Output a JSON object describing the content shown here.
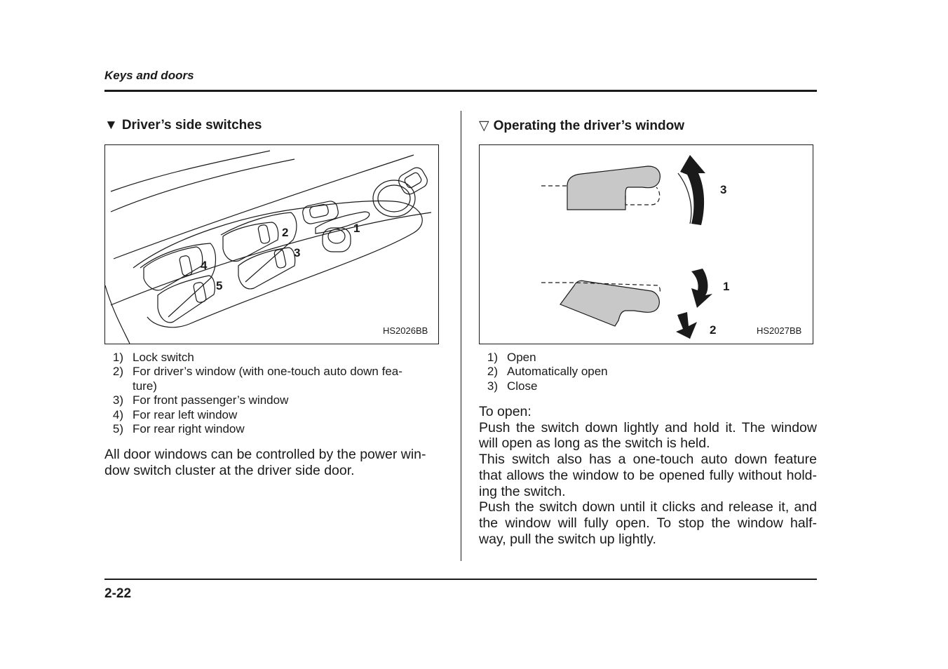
{
  "header": {
    "section": "Keys and doors"
  },
  "footer": {
    "page_number": "2-22"
  },
  "left": {
    "heading_marker": "▼",
    "heading": "Driver’s side switches",
    "figure": {
      "code": "HS2026BB",
      "callouts": [
        "1",
        "2",
        "3",
        "4",
        "5"
      ]
    },
    "legend": [
      {
        "num": "1)",
        "text": "Lock switch"
      },
      {
        "num": "2)",
        "text": "For driver’s window (with one-touch auto down fea-"
      },
      {
        "num": "",
        "text": "ture)"
      },
      {
        "num": "3)",
        "text": "For front passenger’s window"
      },
      {
        "num": "4)",
        "text": "For rear left window"
      },
      {
        "num": "5)",
        "text": "For rear right window"
      }
    ],
    "paragraph_lines": [
      "All door windows can be controlled by the power win-",
      "dow switch cluster at the driver side door."
    ]
  },
  "right": {
    "heading_marker": "▽",
    "heading": "Operating the driver’s window",
    "figure": {
      "code": "HS2027BB",
      "callouts": [
        "3",
        "1",
        "2"
      ]
    },
    "legend": [
      {
        "num": "1)",
        "text": "Open"
      },
      {
        "num": "2)",
        "text": "Automatically open"
      },
      {
        "num": "3)",
        "text": "Close"
      }
    ],
    "intro": "To open:",
    "paragraph_lines": [
      "Push the switch down lightly and hold it. The window",
      "will open as long as the switch is held.",
      "This switch also has a one-touch auto down feature",
      "that allows the window to be opened fully without hold-",
      "ing the switch.",
      "Push the switch down until it clicks and release it, and",
      "the window will fully open. To stop the window half-",
      "way, pull the switch up lightly."
    ]
  }
}
